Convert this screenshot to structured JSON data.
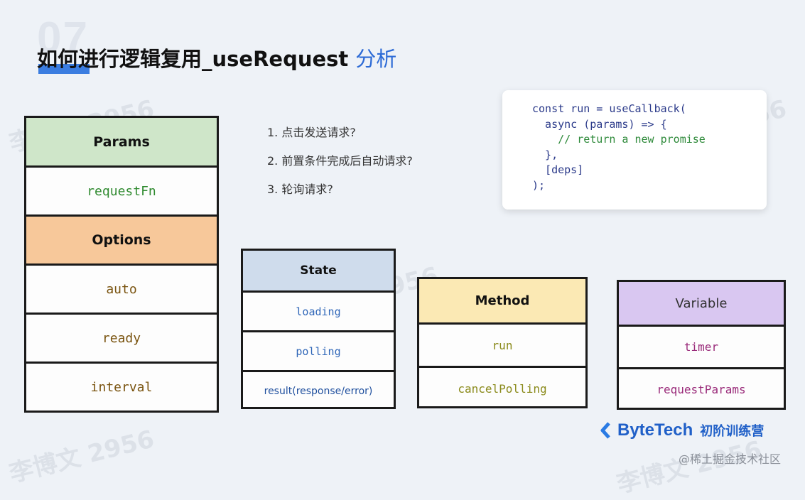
{
  "slide_number": "07",
  "title": {
    "main": "如何进行逻辑复用_useRequest",
    "sub": "分析"
  },
  "watermark": "李博文 2956",
  "params_box": {
    "header_params": "Params",
    "request_fn": "requestFn",
    "header_options": "Options",
    "options": [
      "auto",
      "ready",
      "interval"
    ]
  },
  "questions": [
    "1. 点击发送请求?",
    "2. 前置条件完成后自动请求?",
    "3. 轮询请求?"
  ],
  "code": [
    "const run = useCallback(",
    "  async (params) => {",
    "    // return a new promise",
    "  },",
    "  [deps]",
    ");"
  ],
  "state_box": {
    "header": "State",
    "items": [
      "loading",
      "polling",
      "result(response/error)"
    ]
  },
  "method_box": {
    "header": "Method",
    "items": [
      "run",
      "cancelPolling"
    ]
  },
  "variable_box": {
    "header": "Variable",
    "items": [
      "timer",
      "requestParams"
    ]
  },
  "brand": {
    "name": "ByteTech",
    "tag": "初阶训练营"
  },
  "credit": "@稀土掘金技术社区",
  "colors": {
    "params_header": "#cfe6c9",
    "options_header": "#f7c89a",
    "state_header": "#cfdcec",
    "method_header": "#fbe9b4",
    "variable_header": "#d9c7f1",
    "green_text": "#2f8a2f",
    "brown_text": "#7a5410",
    "blue_text": "#2f66b8",
    "olive_text": "#8a8a1a",
    "magenta_text": "#9a2b7a"
  }
}
